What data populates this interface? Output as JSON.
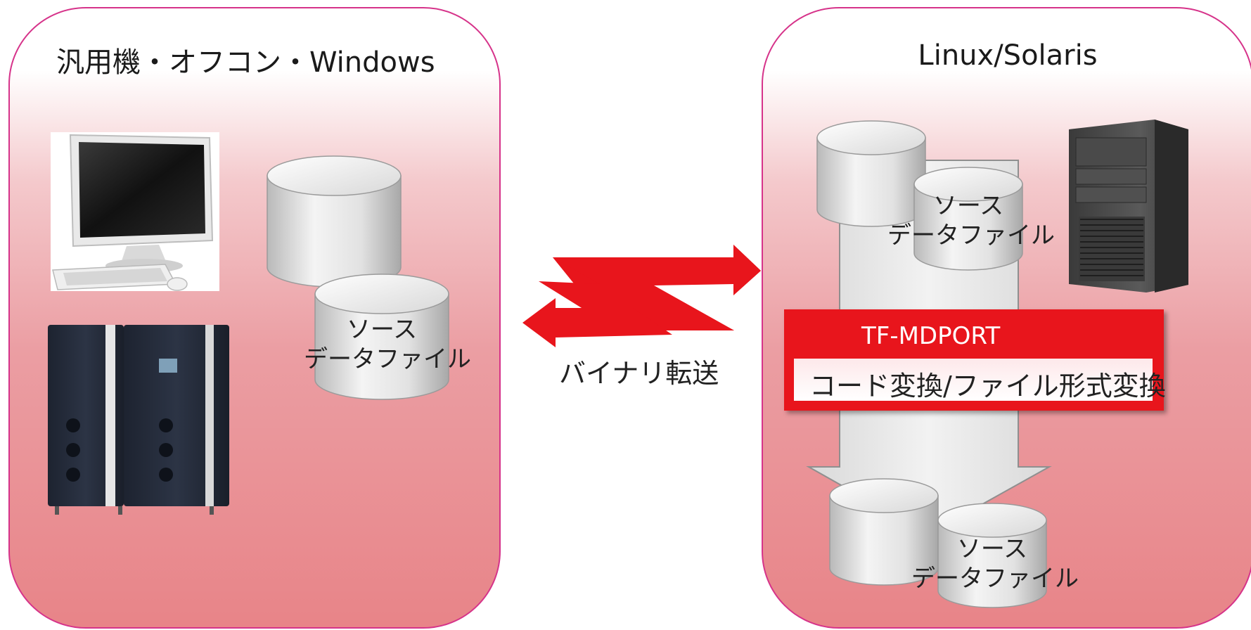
{
  "left_panel": {
    "title": "汎用機・オフコン・Windows"
  },
  "right_panel": {
    "title": "Linux/Solaris"
  },
  "transfer": {
    "label": "バイナリ転送"
  },
  "datastores": {
    "left_source": {
      "line1": "ソース",
      "line2": "データファイル"
    },
    "right_source": {
      "line1": "ソース",
      "line2": "データファイル"
    },
    "right_output": {
      "line1": "ソース",
      "line2": "データファイル"
    }
  },
  "converter": {
    "name": "TF-MDPORT",
    "function": "コード変換/ファイル形式変換"
  },
  "colors": {
    "panel_border": "#d6338a",
    "arrow_red": "#e8151c",
    "panel_fill": "#e88488"
  },
  "icons": [
    "desktop-pc-icon",
    "mainframe-icon",
    "tower-server-icon",
    "database-cylinder-icon",
    "lightning-arrow-icon",
    "down-arrow-icon"
  ]
}
